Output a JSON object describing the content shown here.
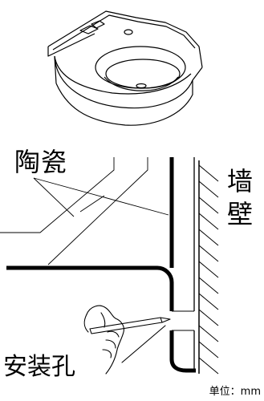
{
  "labels": {
    "ceramic": "陶瓷",
    "wall_char_1": "墙",
    "wall_char_2": "壁",
    "install_hole": "安装孔",
    "unit": "单位：mm"
  },
  "colors": {
    "ink": "#000000",
    "background": "#ffffff"
  }
}
